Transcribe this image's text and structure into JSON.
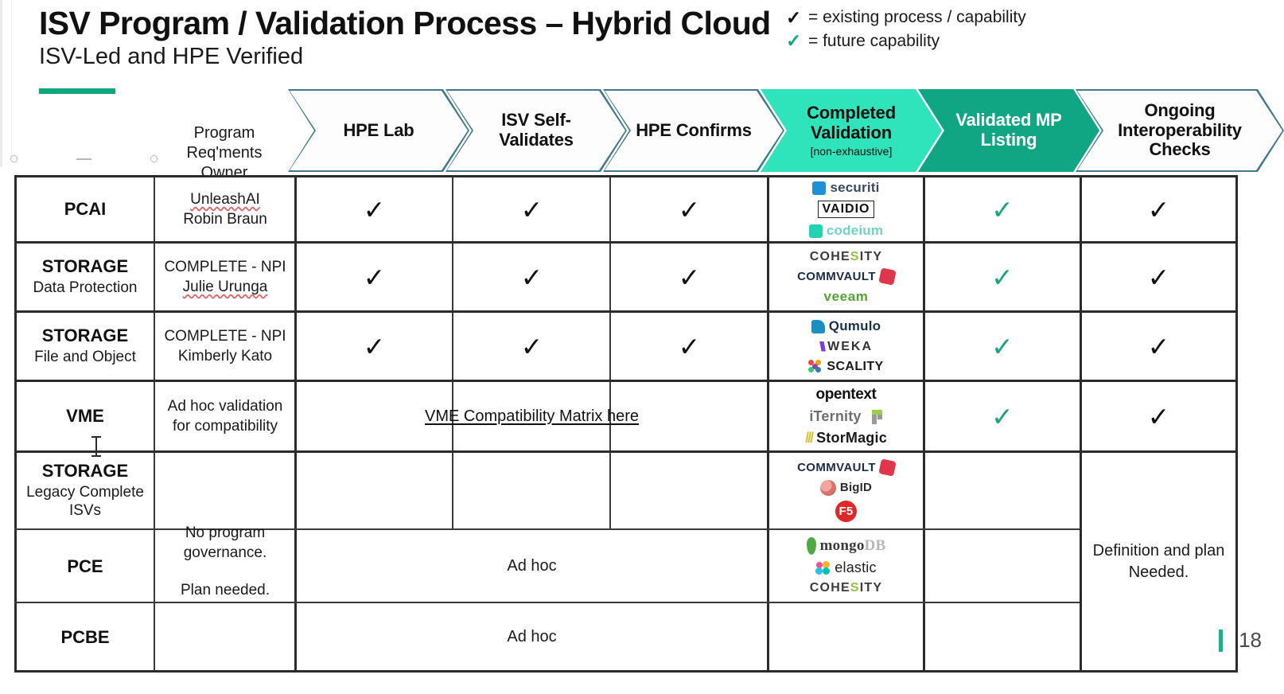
{
  "header": {
    "title": "ISV Program / Validation Process – Hybrid Cloud",
    "subtitle": "ISV-Led and HPE Verified",
    "legend": [
      {
        "mark": "✓",
        "style": "black",
        "text": "= existing process / capability"
      },
      {
        "mark": "✓",
        "style": "green",
        "text": "= future capability"
      }
    ]
  },
  "columns": {
    "owner_header": "Program Req'ments\nOwner",
    "owner_header_l1": "Program Req'ments",
    "owner_header_l2": "Owner",
    "stages": [
      {
        "label": "HPE Lab",
        "sub": "",
        "fill": "outline"
      },
      {
        "label": "ISV Self-\nValidates",
        "l1": "ISV Self-",
        "l2": "Validates",
        "sub": "",
        "fill": "outline"
      },
      {
        "label": "HPE Confirms",
        "sub": "",
        "fill": "outline"
      },
      {
        "label": "Completed\nValidation",
        "l1": "Completed",
        "l2": "Validation",
        "sub": "[non-exhaustive]",
        "fill": "light"
      },
      {
        "label": "Validated MP\nListing",
        "l1": "Validated MP",
        "l2": "Listing",
        "sub": "",
        "fill": "dark"
      },
      {
        "label": "Ongoing\nInteroperability\nChecks",
        "l1": "Ongoing",
        "l2": "Interoperability",
        "l3": "Checks",
        "sub": "",
        "fill": "outline"
      }
    ]
  },
  "rows": [
    {
      "name": "PCAI",
      "sub": "",
      "owner_l1": "UnleashAI",
      "owner_l2": "Robin Braun",
      "hpe_lab": "✓",
      "isv_self": "✓",
      "hpe_confirms": "✓",
      "validated_mp": "✓",
      "ongoing": "✓",
      "logos": [
        "securiti",
        "VAIDIO",
        "codeium"
      ]
    },
    {
      "name": "STORAGE",
      "sub": "Data Protection",
      "owner_l1": "COMPLETE - NPI",
      "owner_l2": "Julie Urunga",
      "hpe_lab": "✓",
      "isv_self": "✓",
      "hpe_confirms": "✓",
      "validated_mp": "✓",
      "ongoing": "✓",
      "logos": [
        "COHESITY",
        "COMMVAULT",
        "veeam"
      ]
    },
    {
      "name": "STORAGE",
      "sub": "File and Object",
      "owner_l1": "COMPLETE - NPI",
      "owner_l2": "Kimberly Kato",
      "hpe_lab": "✓",
      "isv_self": "✓",
      "hpe_confirms": "✓",
      "validated_mp": "✓",
      "ongoing": "✓",
      "logos": [
        "Qumulo",
        "WEKA",
        "SCALITY"
      ]
    },
    {
      "name": "VME",
      "sub": "",
      "owner_l1": "Ad hoc validation",
      "owner_l2": "for compatibility",
      "span_text": "VME Compatibility Matrix here",
      "validated_mp": "✓",
      "ongoing": "✓",
      "logos": [
        "opentext",
        "iTernity",
        "StorMagic"
      ]
    },
    {
      "name": "STORAGE",
      "sub": "Legacy Complete",
      "sub2": "ISVs",
      "logos": [
        "COMMVAULT",
        "BigID",
        "F5"
      ]
    },
    {
      "name": "PCE",
      "sub": "",
      "span_text": "Ad hoc",
      "logos": [
        "mongoDB",
        "elastic",
        "COHESITY"
      ]
    },
    {
      "name": "PCBE",
      "sub": "",
      "span_text": "Ad hoc",
      "logos": []
    }
  ],
  "merged": {
    "owner_no_governance_l1": "No program",
    "owner_no_governance_l2": "governance.",
    "owner_no_governance_l3": "Plan needed.",
    "definition_plan_l1": "Definition and plan",
    "definition_plan_l2": "Needed."
  },
  "footer": {
    "slide_number": "18"
  },
  "colors": {
    "accent_green": "#12a67e",
    "chevron_light": "#2fe3bb",
    "chevron_dark": "#11a683",
    "chevron_border": "#3f7a8c",
    "check_green": "#17a57f",
    "check_black": "#111111"
  }
}
